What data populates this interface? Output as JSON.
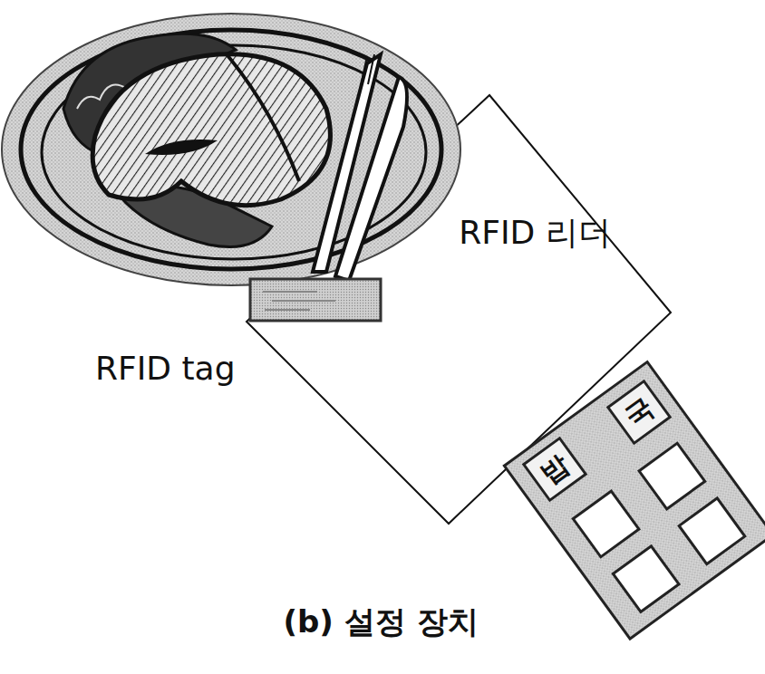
{
  "diagram": {
    "caption": "(b) 설정 장치",
    "nodes": [
      {
        "text": [
          "RFID 리더"
        ]
      },
      {
        "text": [
          "국"
        ]
      },
      {
        "text": [
          "밥"
        ]
      }
    ],
    "labels": [
      "RFID tag"
    ]
  }
}
